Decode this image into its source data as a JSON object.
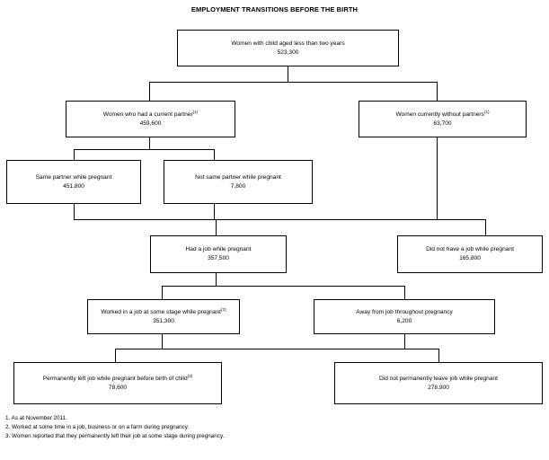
{
  "title": "EMPLOYMENT TRANSITIONS BEFORE THE BIRTH",
  "chart_data": {
    "type": "diagram",
    "diagram_kind": "flowchart-tree",
    "title": "EMPLOYMENT TRANSITIONS BEFORE THE BIRTH",
    "unit": "persons",
    "nodes": [
      {
        "id": "root",
        "label": "Women with child aged less than two years",
        "value": "523,300",
        "value_number": 523300,
        "footnote_marker": "",
        "level": 0
      },
      {
        "id": "partner",
        "label": "Women who had a current partner",
        "value": "459,600",
        "value_number": 459600,
        "footnote_marker": "(1)",
        "level": 1
      },
      {
        "id": "nopartner",
        "label": "Women currently without partners",
        "value": "63,700",
        "value_number": 63700,
        "footnote_marker": "(1)",
        "level": 1
      },
      {
        "id": "samepartner",
        "label": "Same partner while pregnant",
        "value": "451,800",
        "value_number": 451800,
        "footnote_marker": "",
        "level": 2
      },
      {
        "id": "notsamepartner",
        "label": "Not same partner while pregnant",
        "value": "7,800",
        "value_number": 7800,
        "footnote_marker": "",
        "level": 2
      },
      {
        "id": "hadjob",
        "label": "Had a job while pregnant",
        "value": "357,500",
        "value_number": 357500,
        "footnote_marker": "",
        "level": 3
      },
      {
        "id": "nojob",
        "label": "Did not have a job while pregnant",
        "value": "165,800",
        "value_number": 165800,
        "footnote_marker": "",
        "level": 3
      },
      {
        "id": "worked",
        "label": "Worked in a job at some stage while pregnant",
        "value": "351,300",
        "value_number": 351300,
        "footnote_marker": "(2)",
        "level": 4
      },
      {
        "id": "away",
        "label": "Away from job throughout pregnancy",
        "value": "6,200",
        "value_number": 6200,
        "footnote_marker": "",
        "level": 4
      },
      {
        "id": "leftjob",
        "label": "Permanently left job while pregnant before birth of child",
        "value": "78,600",
        "value_number": 78600,
        "footnote_marker": "(3)",
        "level": 5
      },
      {
        "id": "stayedjob",
        "label": "Did not permanently leave job while pregnant",
        "value": "278,900",
        "value_number": 278900,
        "footnote_marker": "",
        "level": 5
      }
    ],
    "edges": [
      {
        "from": "root",
        "to": "partner"
      },
      {
        "from": "root",
        "to": "nopartner"
      },
      {
        "from": "partner",
        "to": "samepartner"
      },
      {
        "from": "partner",
        "to": "notsamepartner"
      },
      {
        "from": "samepartner",
        "to": "hadjob"
      },
      {
        "from": "notsamepartner",
        "to": "hadjob"
      },
      {
        "from": "nopartner",
        "to": "hadjob"
      },
      {
        "from": "samepartner",
        "to": "nojob"
      },
      {
        "from": "notsamepartner",
        "to": "nojob"
      },
      {
        "from": "nopartner",
        "to": "nojob"
      },
      {
        "from": "hadjob",
        "to": "worked"
      },
      {
        "from": "hadjob",
        "to": "away"
      },
      {
        "from": "worked",
        "to": "leftjob"
      },
      {
        "from": "away",
        "to": "leftjob"
      },
      {
        "from": "worked",
        "to": "stayedjob"
      },
      {
        "from": "away",
        "to": "stayedjob"
      }
    ]
  },
  "nodes": {
    "root": {
      "label": "Women with child aged less than two years",
      "value": "523,300",
      "fn": ""
    },
    "partner": {
      "label": "Women who had a current partner",
      "value": "459,600",
      "fn": "(1)"
    },
    "nopartner": {
      "label": "Women currently without partners",
      "value": "63,700",
      "fn": "(1)"
    },
    "samepartner": {
      "label": "Same partner while pregnant",
      "value": "451,800",
      "fn": ""
    },
    "notsamepartner": {
      "label": "Not same partner while pregnant",
      "value": "7,800",
      "fn": ""
    },
    "hadjob": {
      "label": "Had a job while pregnant",
      "value": "357,500",
      "fn": ""
    },
    "nojob": {
      "label": "Did not have a job while pregnant",
      "value": "165,800",
      "fn": ""
    },
    "worked": {
      "label": "Worked in a job at some stage while pregnant",
      "value": "351,300",
      "fn": "(2)"
    },
    "away": {
      "label": "Away from job throughout pregnancy",
      "value": "6,200",
      "fn": ""
    },
    "leftjob": {
      "label": "Permanently left job while pregnant before birth of child",
      "value": "78,600",
      "fn": "(3)"
    },
    "stayedjob": {
      "label": "Did not permanently leave job while pregnant",
      "value": "278,900",
      "fn": ""
    }
  },
  "footnotes": [
    "1. As at November 2011.",
    "2. Worked at some time in a job, business or on a farm during pregnancy.",
    "3. Women reported that they permanently left their job at some stage during pregnancy."
  ]
}
